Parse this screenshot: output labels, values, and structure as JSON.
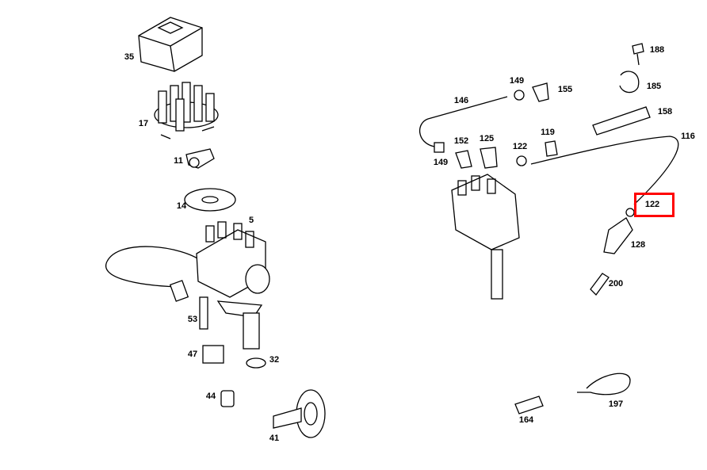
{
  "highlight_color": "#ff0000",
  "labels": {
    "p35": "35",
    "p17": "17",
    "p11": "11",
    "p14": "14",
    "p5": "5",
    "p53": "53",
    "p47": "47",
    "p32": "32",
    "p44": "44",
    "p41": "41",
    "p146": "146",
    "p149a": "149",
    "p155": "155",
    "p188": "188",
    "p185": "185",
    "p158": "158",
    "p116": "116",
    "p152": "152",
    "p125": "125",
    "p119": "119",
    "p122a": "122",
    "p149b": "149",
    "p122b": "122",
    "p128": "128",
    "p200": "200",
    "p164": "164",
    "p197": "197"
  },
  "selected_part": "122"
}
